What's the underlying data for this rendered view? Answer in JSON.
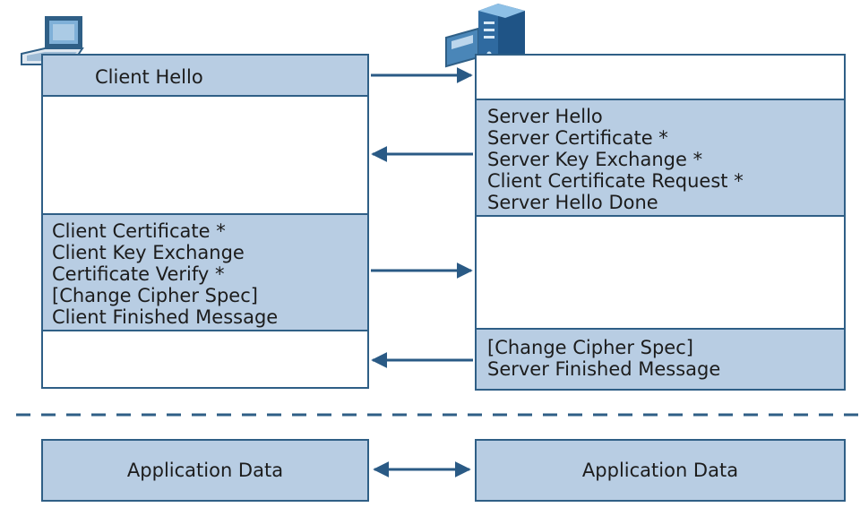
{
  "client": {
    "icon": "laptop-icon",
    "client_hello": "Client Hello",
    "key_exchange_messages": [
      "Client Certificate *",
      "Client Key Exchange",
      "Certificate Verify *",
      "[Change Cipher Spec]",
      "Client Finished Message"
    ]
  },
  "server": {
    "icon": "server-icon",
    "hello_messages": [
      "Server Hello",
      "Server Certificate *",
      "Server Key Exchange *",
      "Client Certificate Request *",
      "Server Hello Done"
    ],
    "finish_messages": [
      "[Change Cipher Spec]",
      "Server Finished Message"
    ]
  },
  "application": {
    "client_label": "Application Data",
    "server_label": "Application Data"
  },
  "colors": {
    "box_fill": "#b8cde3",
    "border": "#2f5f86",
    "arrow": "#2a5a85",
    "dashes": "#2f5f86"
  }
}
